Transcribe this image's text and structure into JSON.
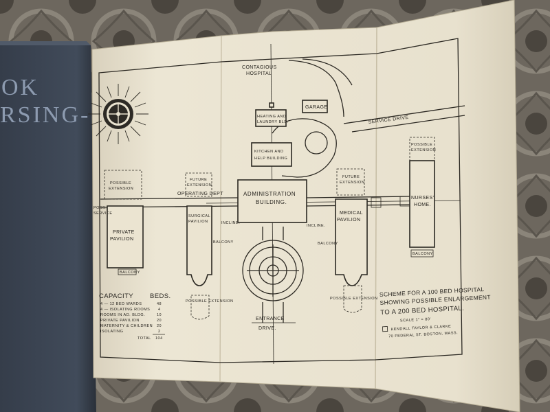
{
  "book": {
    "cover_line_1": "OK",
    "cover_line_2": "RSING-",
    "cover_color": "#3d4756"
  },
  "paper_color": "#e9e2cf",
  "plan": {
    "labels": {
      "contagious": "CONTAGIOUS",
      "hospital": "HOSPITAL",
      "garage": "GARAGE",
      "heating_1": "HEATING AND",
      "heating_2": "LAUNDRY BLD.",
      "kitchen_1": "KITCHEN AND",
      "kitchen_2": "HELP BUILDING",
      "service_drive": "SERVICE  DRIVE",
      "admin_1": "ADMINISTRATION",
      "admin_2": "BUILDING.",
      "possible_ext_1": "POSSIBLE",
      "possible_ext_2": "EXTENSION",
      "future_ext_1": "FUTURE",
      "future_ext_2": "EXTENSION",
      "operating_dept": "OPERATING DEPT",
      "private_1": "PRIVATE",
      "private_2": "PAVILION",
      "surgical_1": "SURGICAL",
      "surgical_2": "PAVILION",
      "medical_1": "MEDICAL",
      "medical_2": "PAVILION",
      "nurses_1": "NURSES'",
      "nurses_2": "HOME.",
      "balcony": "BALCONY",
      "incline": "INCLINE.",
      "possible_extension": "POSSIBLE EXTENSION",
      "entrance": "ENTRANCE",
      "drive": "DRIVE.",
      "service_small": "SERVICE",
      "possible_small": "POSS."
    },
    "capacity": {
      "title": "CAPACITY",
      "beds_header": "BEDS.",
      "rows": [
        {
          "label": "4 — 12 BED WARDS",
          "beds": "48"
        },
        {
          "label": "4 — ISOLATING ROOMS",
          "beds": "4"
        },
        {
          "label": "ROOMS IN AD. BLDG.",
          "beds": "10"
        },
        {
          "label": "PRIVATE PAVILION",
          "beds": "20"
        },
        {
          "label": "MATERNITY & CHILDREN",
          "beds": "20"
        },
        {
          "label": "ISOLATING",
          "beds": "2"
        }
      ],
      "total_label": "TOTAL",
      "total_beds": "104"
    },
    "scheme": {
      "line_1": "SCHEME FOR A 100 BED HOSPITAL",
      "line_2": "SHOWING POSSIBLE ENLARGEMENT",
      "line_3": "TO A 200 BED HOSPITAL.",
      "scale": "SCALE 1\" = 80'",
      "architect_1": "KENDALL TAYLOR & CLARKE",
      "architect_2": "70 FEDERAL ST. BOSTON, MASS."
    }
  }
}
